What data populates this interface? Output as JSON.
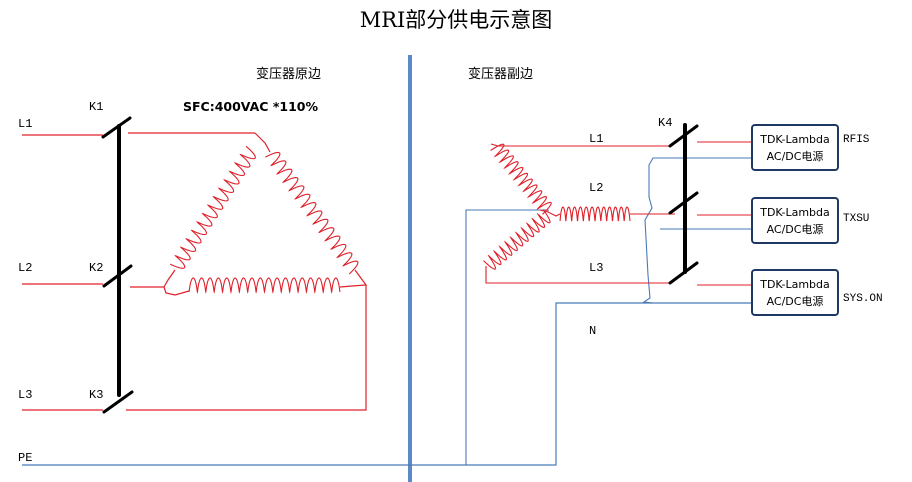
{
  "title": "MRI部分供电示意图",
  "sections": {
    "primary": "变压器原边",
    "secondary": "变压器副边"
  },
  "annotation": "SFC:400VAC *110%",
  "labels": {
    "l1_in": "L1",
    "l2_in": "L2",
    "l3_in": "L3",
    "pe": "PE",
    "k1": "K1",
    "k2": "K2",
    "k3": "K3",
    "k4": "K4",
    "l1_out": "L1",
    "l2_out": "L2",
    "l3_out": "L3",
    "n": "N"
  },
  "psus": [
    {
      "line1": "TDK-Lambda",
      "line2": "AC/DC电源",
      "output": "RFIS"
    },
    {
      "line1": "TDK-Lambda",
      "line2": "AC/DC电源",
      "output": "TXSU"
    },
    {
      "line1": "TDK-Lambda",
      "line2": "AC/DC电源",
      "output": "SYS.ON"
    }
  ],
  "colors": {
    "phase_wire": "#e0202a",
    "neutral_wire": "#4a7ab8",
    "divider": "#5b8ac6",
    "switch": "#000000",
    "psu_border": "#1f3864"
  }
}
